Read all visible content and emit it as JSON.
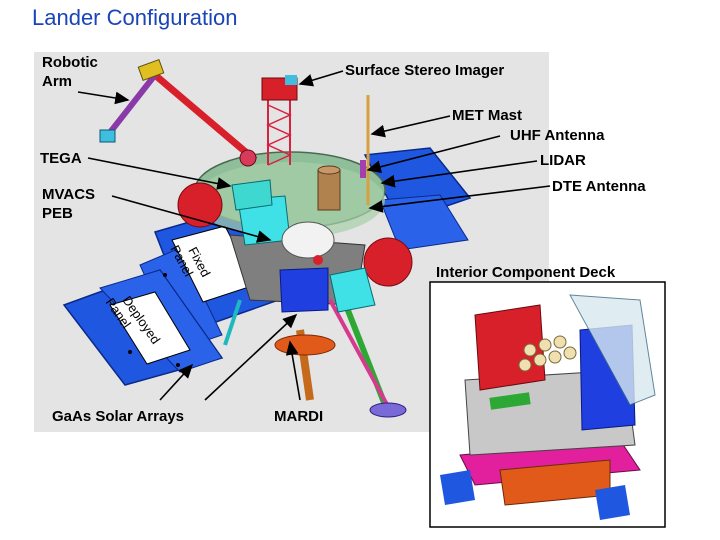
{
  "title": "Lander Configuration",
  "labels": {
    "robotic_arm": "Robotic\nArm",
    "surface_stereo_imager": "Surface Stereo Imager",
    "met_mast": "MET Mast",
    "uhf_antenna": "UHF Antenna",
    "tega": "TEGA",
    "lidar": "LIDAR",
    "dte_antenna": "DTE Antenna",
    "mvacs_peb": "MVACS\nPEB",
    "interior_component_deck": "Interior Component Deck",
    "gaas_solar_arrays": "GaAs Solar Arrays",
    "mardi": "MARDI",
    "fixed_panel": "Fixed Panel",
    "deployed_panel": "Deployed Panel"
  }
}
